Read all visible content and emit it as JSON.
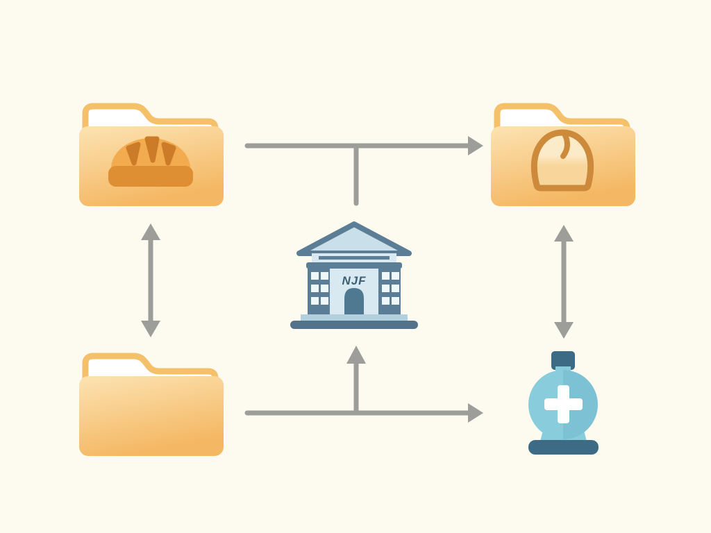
{
  "diagram": {
    "building": {
      "sign_text": "NJF"
    },
    "nodes": [
      {
        "id": "folder-bread",
        "type": "folder",
        "position": "top-left",
        "icon": "bread-loaf-icon"
      },
      {
        "id": "folder-bun",
        "type": "folder",
        "position": "top-right",
        "icon": "bun-outline-icon"
      },
      {
        "id": "folder-empty",
        "type": "folder",
        "position": "bottom-left",
        "icon": "none"
      },
      {
        "id": "building-njf",
        "type": "building",
        "position": "center",
        "icon": "bank-building-icon"
      },
      {
        "id": "medical-bottle",
        "type": "bottle",
        "position": "bottom-right",
        "icon": "bottle-with-cross-icon"
      }
    ],
    "edges": [
      {
        "from": "folder-bread",
        "to": "folder-bun",
        "style": "arrow-right",
        "branch": "plain-line-down-toward-building"
      },
      {
        "from": "folder-bread",
        "to": "folder-empty",
        "style": "double-headed-vertical"
      },
      {
        "from": "folder-bun",
        "to": "medical-bottle",
        "style": "double-headed-vertical"
      },
      {
        "from": "folder-empty",
        "to": "medical-bottle",
        "style": "arrow-right",
        "branch": "arrow-up-toward-building"
      }
    ],
    "colors": {
      "background": "#fdfbf0",
      "arrow_color": "#9d9d99",
      "folder_outline": "#f4c06a",
      "folder_body_light": "#fce3b2",
      "folder_body_dark": "#f4b763",
      "bread_light": "#f2ab4e",
      "bread_dark": "#de8f33",
      "bread_wedge": "#cc7c29",
      "bun_outline": "#cd8a3a",
      "bun_fill_top": "#fcebc9",
      "bun_fill_bottom": "#f8d69b",
      "building_slate": "#5b7e96",
      "building_roof_fill": "#c9dfe9",
      "building_light": "#d8e9f1",
      "building_window": "#eef7fa",
      "building_door": "#4f7991",
      "building_base_step": "#b2d0de",
      "building_base_bar": "#527389",
      "building_sign": "#3b5f74",
      "bottle_blue": "#89cddd",
      "bottle_blue_dark": "#7cc2d4",
      "bottle_dark": "#3d6b85",
      "cross": "#ffffff"
    }
  }
}
